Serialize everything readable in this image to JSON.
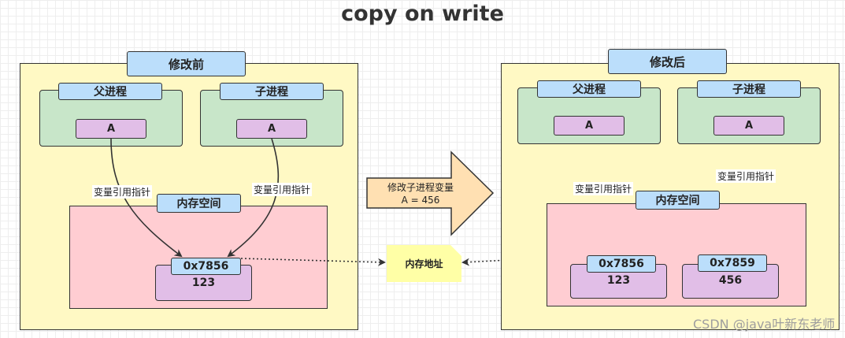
{
  "title": "copy on write",
  "before": {
    "panel_label": "修改前",
    "parent_label": "父进程",
    "child_label": "子进程",
    "parent_var": "A",
    "child_var": "A",
    "parent_ref_label": "变量引用指针",
    "child_ref_label": "变量引用指针",
    "memory_label": "内存空间",
    "cell": {
      "address": "0x7856",
      "value": "123"
    }
  },
  "transition": {
    "line1": "修改子进程变量",
    "line2": "A = 456"
  },
  "memory_address_note": "内存地址",
  "after": {
    "panel_label": "修改后",
    "parent_label": "父进程",
    "child_label": "子进程",
    "parent_var": "A",
    "child_var": "A",
    "parent_ref_label": "变量引用指针",
    "child_ref_label": "变量引用指针",
    "memory_label": "内存空间",
    "cells": [
      {
        "address": "0x7856",
        "value": "123"
      },
      {
        "address": "0x7859",
        "value": "456"
      }
    ]
  },
  "watermark": "CSDN @java叶新东老师",
  "colors": {
    "panel": "#fff9c4",
    "process": "#c8e6c9",
    "memory": "#ffcdd2",
    "label": "#bbdefb",
    "variable": "#e1bee7",
    "transition_arrow": "#ffe0b2",
    "note": "#ffffa6"
  }
}
